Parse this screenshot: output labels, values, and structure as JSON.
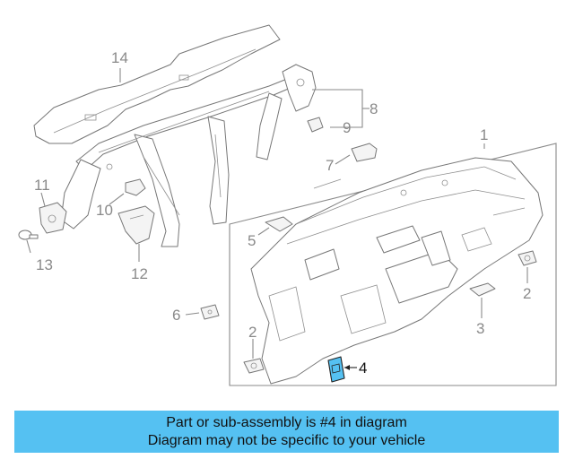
{
  "callouts": {
    "c1": "1",
    "c2a": "2",
    "c2b": "2",
    "c3": "3",
    "c4": "4",
    "c5": "5",
    "c6": "6",
    "c7": "7",
    "c8": "8",
    "c9": "9",
    "c10": "10",
    "c11": "11",
    "c12": "12",
    "c13": "13",
    "c14": "14"
  },
  "highlighted_part": "4",
  "colors": {
    "highlight": "#55c1f2",
    "line": "#8a8a8a",
    "banner": "#55c1f2"
  },
  "banner": {
    "line1": "Part or sub-assembly is #4 in diagram",
    "line2": "Diagram may not be specific to your vehicle"
  }
}
